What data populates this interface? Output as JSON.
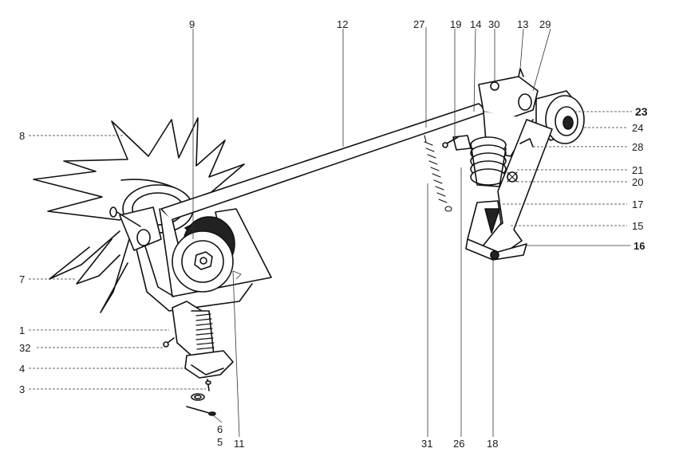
{
  "diagram": {
    "callouts": [
      {
        "id": "c1",
        "text": "1"
      },
      {
        "id": "c3",
        "text": "3"
      },
      {
        "id": "c4",
        "text": "4"
      },
      {
        "id": "c5",
        "text": "5"
      },
      {
        "id": "c6",
        "text": "6"
      },
      {
        "id": "c7",
        "text": "7"
      },
      {
        "id": "c8",
        "text": "8"
      },
      {
        "id": "c9",
        "text": "9"
      },
      {
        "id": "c11",
        "text": "11"
      },
      {
        "id": "c12",
        "text": "12"
      },
      {
        "id": "c13",
        "text": "13"
      },
      {
        "id": "c14",
        "text": "14"
      },
      {
        "id": "c15",
        "text": "15"
      },
      {
        "id": "c16",
        "text": "16"
      },
      {
        "id": "c17",
        "text": "17"
      },
      {
        "id": "c18",
        "text": "18"
      },
      {
        "id": "c19",
        "text": "19"
      },
      {
        "id": "c20",
        "text": "20"
      },
      {
        "id": "c21",
        "text": "21"
      },
      {
        "id": "c23",
        "text": "23"
      },
      {
        "id": "c24",
        "text": "24"
      },
      {
        "id": "c26",
        "text": "26"
      },
      {
        "id": "c27",
        "text": "27"
      },
      {
        "id": "c28",
        "text": "28"
      },
      {
        "id": "c29",
        "text": "29"
      },
      {
        "id": "c30",
        "text": "30"
      },
      {
        "id": "c31",
        "text": "31"
      },
      {
        "id": "c32",
        "text": "32"
      }
    ]
  }
}
